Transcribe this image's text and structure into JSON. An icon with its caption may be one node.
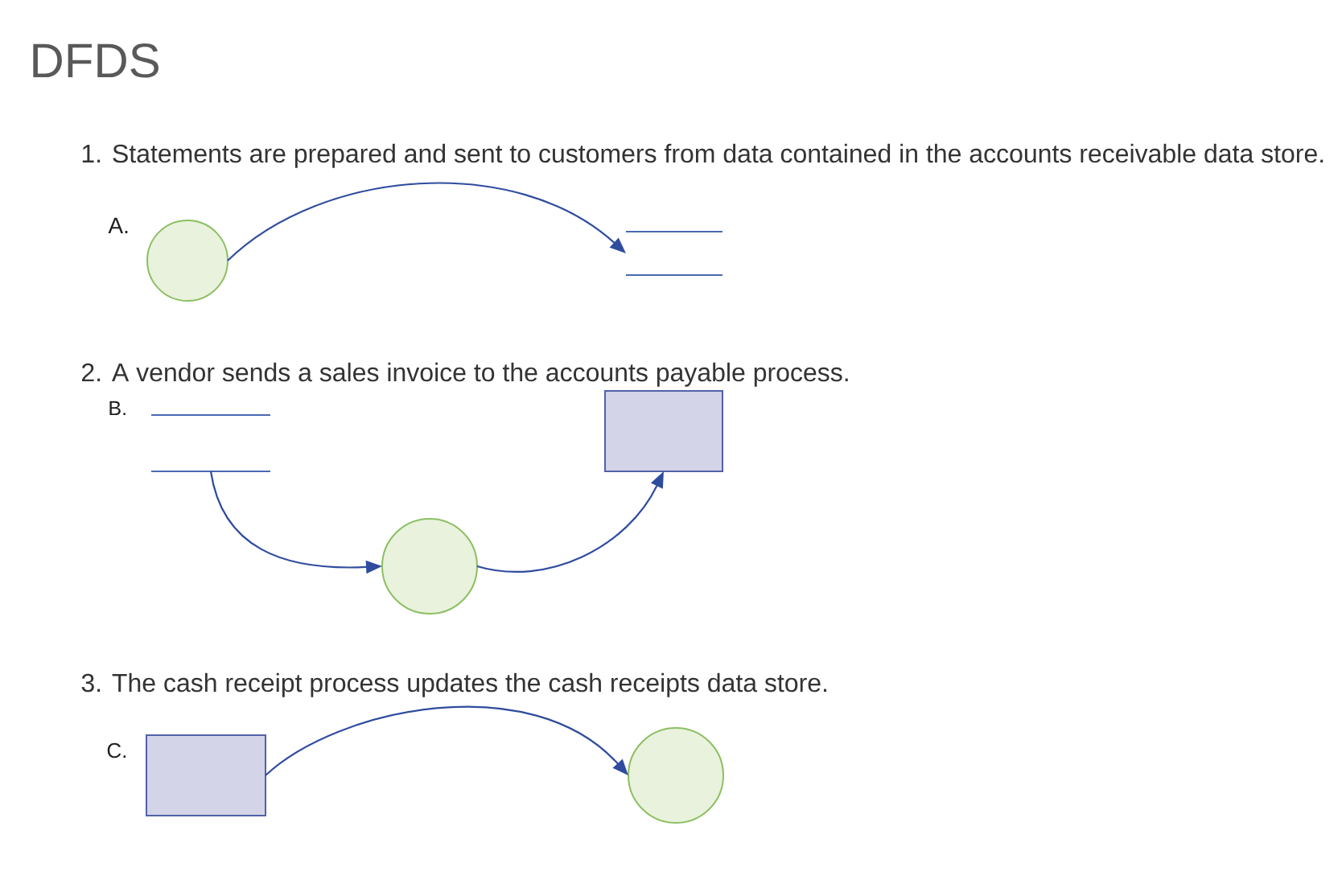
{
  "diagram": {
    "title": "DFDS",
    "nodes": [
      {
        "text": [],
        "shape": "circle"
      },
      {
        "text": [],
        "shape": "lines"
      },
      {
        "text": [],
        "shape": "lines"
      },
      {
        "text": [],
        "shape": "box"
      },
      {
        "text": [],
        "shape": "circle"
      },
      {
        "text": [],
        "shape": "box"
      },
      {
        "text": [],
        "shape": "circle"
      }
    ],
    "edges": [
      {
        "from": 0,
        "to": 1,
        "arrow": "to"
      },
      {
        "from": 2,
        "to": 4,
        "arrow": "to"
      },
      {
        "from": 4,
        "to": 3,
        "arrow": "to"
      },
      {
        "from": 5,
        "to": 6,
        "arrow": "to"
      }
    ],
    "labels": [
      "1. Statements are prepared and sent to customers from data contained in the accounts receivable data store.",
      "A.",
      "2. A vendor sends a sales invoice to the accounts payable process.",
      "B.",
      "3. The cash receipt process updates the cash receipts data store.",
      "C."
    ]
  }
}
